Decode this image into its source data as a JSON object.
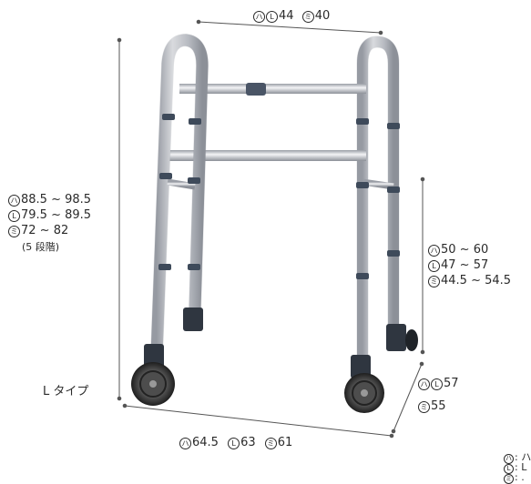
{
  "sizes": {
    "h": "ハ",
    "l": "L",
    "m": "ミ"
  },
  "width_top": {
    "h_l": "44",
    "m": "40"
  },
  "height": {
    "h": "88.5 ~ 98.5",
    "l": "79.5 ~ 89.5",
    "m": "72 ~ 82",
    "steps": "(5 段階)"
  },
  "grip_height": {
    "h": "50 ~ 60",
    "l": "47 ~ 57",
    "m": "44.5 ~ 54.5"
  },
  "depth": {
    "h_l": "57",
    "m": "55"
  },
  "width_bottom": {
    "h": "64.5",
    "l": "63",
    "m": "61"
  },
  "type_label": "L タイプ",
  "legend": {
    "h": ": ハ",
    "l": ": L",
    "m": ": ."
  },
  "colors": {
    "frame_light": "#d4d6db",
    "frame_dark": "#8f939b",
    "clamp": "#3e4a5a",
    "wheel": "#2d2d2d",
    "line": "#555555"
  }
}
